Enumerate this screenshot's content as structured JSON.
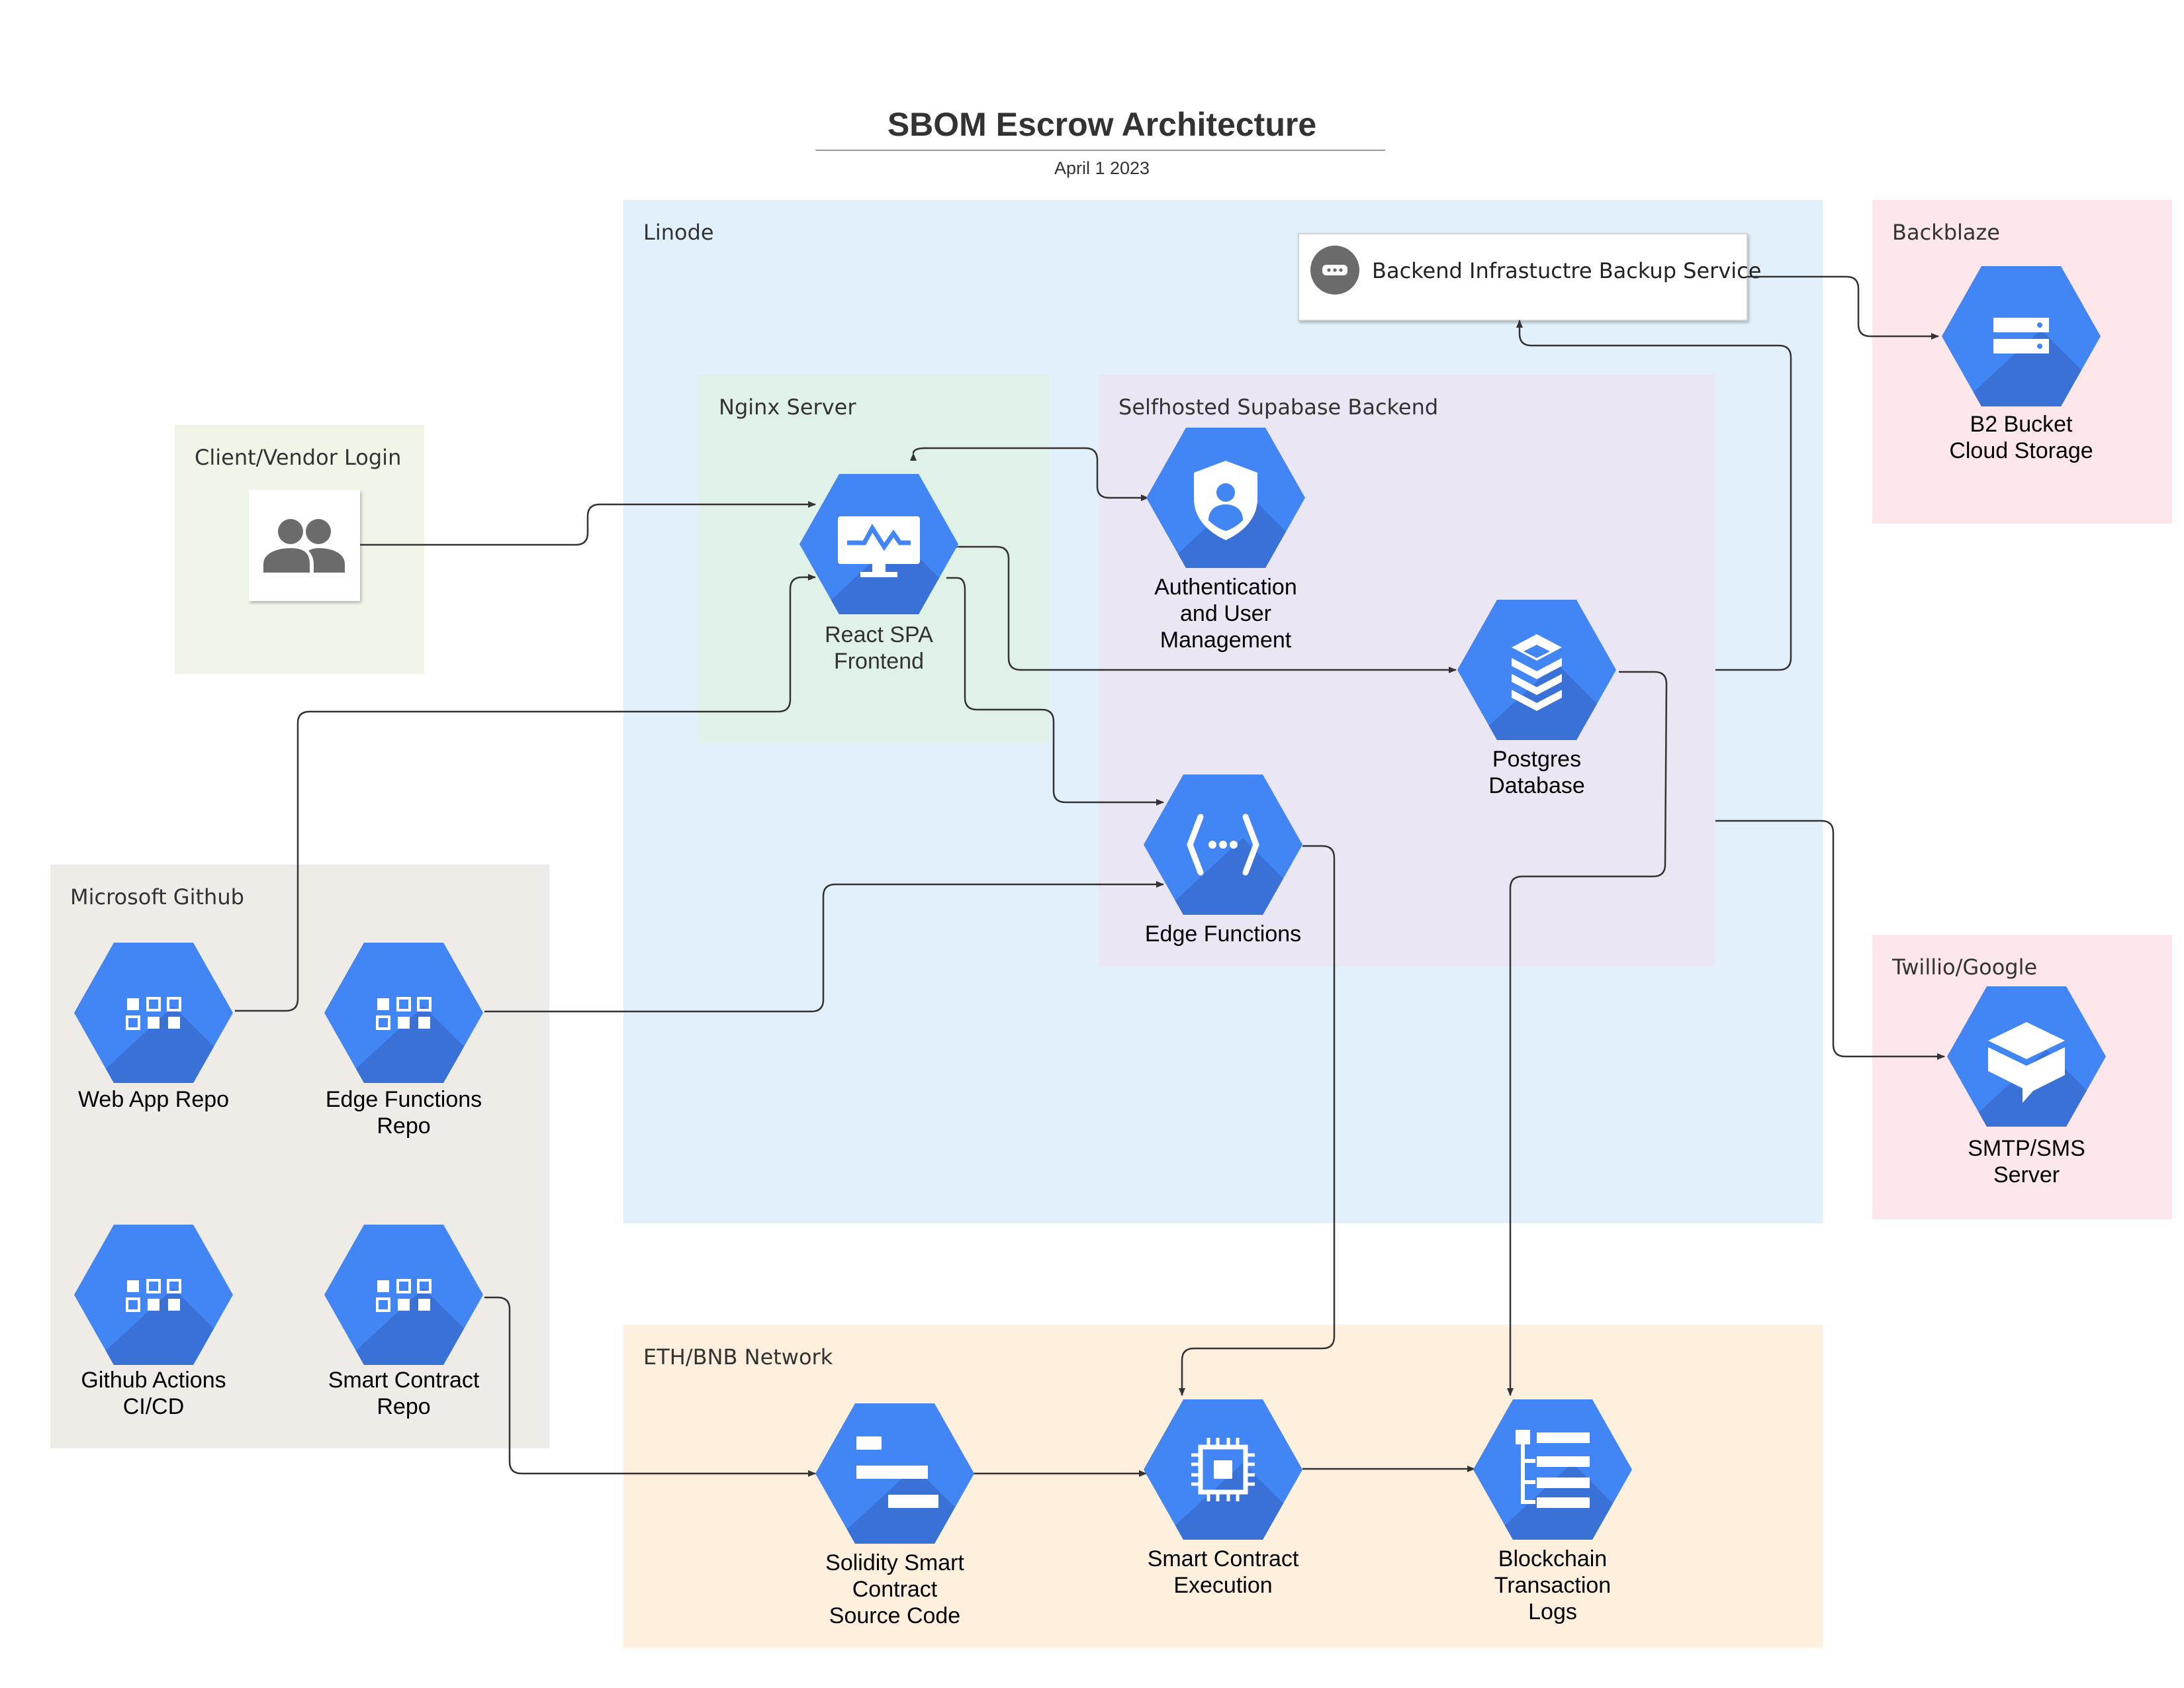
{
  "title": "SBOM Escrow Architecture",
  "subtitle": "April 1 2023",
  "colors": {
    "hex_blue": "#4285f4",
    "hex_shadow": "#3a71d6",
    "linode_bg": "#e1f0fb",
    "nginx_bg": "#e0f2e7",
    "supabase_bg": "#ebe6f4",
    "client_bg": "#eff6e8",
    "github_bg": "#efebe7",
    "pink_bg": "#fde7ea",
    "eth_bg": "#fef0dc"
  },
  "groups": {
    "linode": "Linode",
    "nginx": "Nginx Server",
    "supabase": "Selfhosted Supabase Backend",
    "client": "Client/Vendor Login",
    "github": "Microsoft Github",
    "backblaze": "Backblaze",
    "twillio": "Twillio/Google",
    "eth": "ETH/BNB Network"
  },
  "nodes": {
    "react_spa": {
      "label": [
        "React SPA",
        "Frontend"
      ],
      "icon": "monitor-icon"
    },
    "auth": {
      "label": [
        "Authentication",
        "and User",
        "Management"
      ],
      "icon": "shield-user-icon"
    },
    "postgres": {
      "label": [
        "Postgres",
        "Database"
      ],
      "icon": "database-layers-icon"
    },
    "edge_functions": {
      "label": [
        "Edge Functions"
      ],
      "icon": "functions-icon"
    },
    "b2_bucket": {
      "label": [
        "B2 Bucket",
        "Cloud Storage"
      ],
      "icon": "storage-icon"
    },
    "smtp": {
      "label": [
        "SMTP/SMS",
        "Server"
      ],
      "icon": "message-box-icon"
    },
    "web_app_repo": {
      "label": [
        "Web App Repo"
      ],
      "icon": "grid-icon"
    },
    "edge_functions_repo": {
      "label": [
        "Edge Functions",
        "Repo"
      ],
      "icon": "grid-icon"
    },
    "github_actions": {
      "label": [
        "Github Actions",
        "CI/CD"
      ],
      "icon": "grid-icon"
    },
    "smart_contract_repo": {
      "label": [
        "Smart Contract",
        "Repo"
      ],
      "icon": "grid-icon"
    },
    "solidity": {
      "label": [
        "Solidity Smart",
        "Contract",
        "Source Code"
      ],
      "icon": "source-code-icon"
    },
    "contract_exec": {
      "label": [
        "Smart Contract",
        "Execution"
      ],
      "icon": "chip-icon"
    },
    "tx_logs": {
      "label": [
        "Blockchain",
        "Transaction",
        "Logs"
      ],
      "icon": "tree-list-icon"
    }
  },
  "backup_service": {
    "label": "Backend Infrastuctre Backup Service",
    "icon": "chat-bubble-icon"
  },
  "client_icon": "users-icon"
}
